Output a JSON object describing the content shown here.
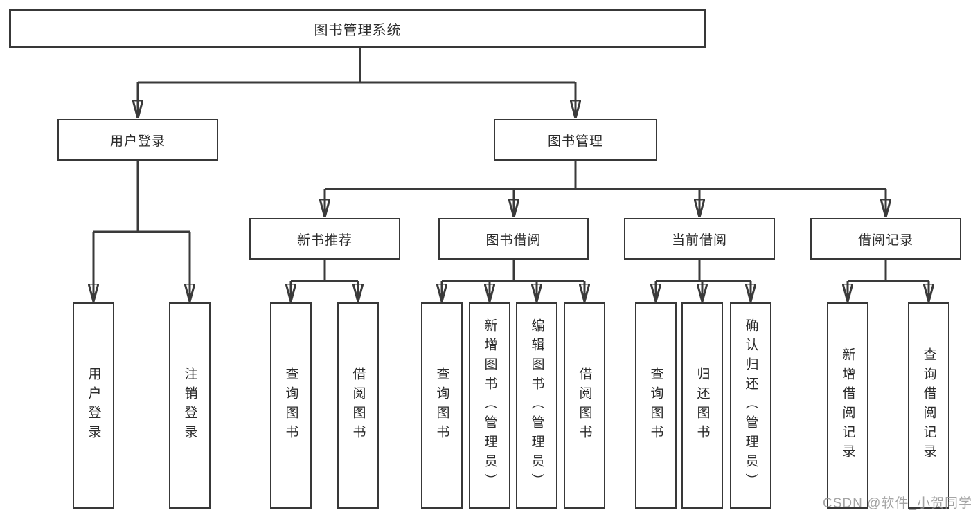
{
  "diagram": {
    "root": {
      "label": "图书管理系统"
    },
    "level2": [
      {
        "id": "user-login",
        "label": "用户登录"
      },
      {
        "id": "book-management",
        "label": "图书管理"
      }
    ],
    "level3": [
      {
        "id": "new-book-recommend",
        "parent": "book-management",
        "label": "新书推荐"
      },
      {
        "id": "book-borrowing",
        "parent": "book-management",
        "label": "图书借阅"
      },
      {
        "id": "current-borrowing",
        "parent": "book-management",
        "label": "当前借阅"
      },
      {
        "id": "borrowing-records",
        "parent": "book-management",
        "label": "借阅记录"
      }
    ],
    "leaves": [
      {
        "parent": "user-login",
        "label": "用户登录"
      },
      {
        "parent": "user-login",
        "label": "注销登录"
      },
      {
        "parent": "new-book-recommend",
        "label": "查询图书"
      },
      {
        "parent": "new-book-recommend",
        "label": "借阅图书"
      },
      {
        "parent": "book-borrowing",
        "label": "查询图书"
      },
      {
        "parent": "book-borrowing",
        "label": "新增图书（管理员）"
      },
      {
        "parent": "book-borrowing",
        "label": "编辑图书（管理员）"
      },
      {
        "parent": "book-borrowing",
        "label": "借阅图书"
      },
      {
        "parent": "current-borrowing",
        "label": "查询图书"
      },
      {
        "parent": "current-borrowing",
        "label": "归还图书"
      },
      {
        "parent": "current-borrowing",
        "label": "确认归还（管理员）"
      },
      {
        "parent": "borrowing-records",
        "label": "新增借阅记录"
      },
      {
        "parent": "borrowing-records",
        "label": "查询借阅记录"
      }
    ],
    "colors": {
      "line": "#3a3a3a",
      "border": "#383838",
      "text": "#2b2b2b",
      "watermark": "#949494",
      "background": "#ffffff"
    }
  },
  "watermark": {
    "text": "CSDN @软件_小贺同学"
  }
}
